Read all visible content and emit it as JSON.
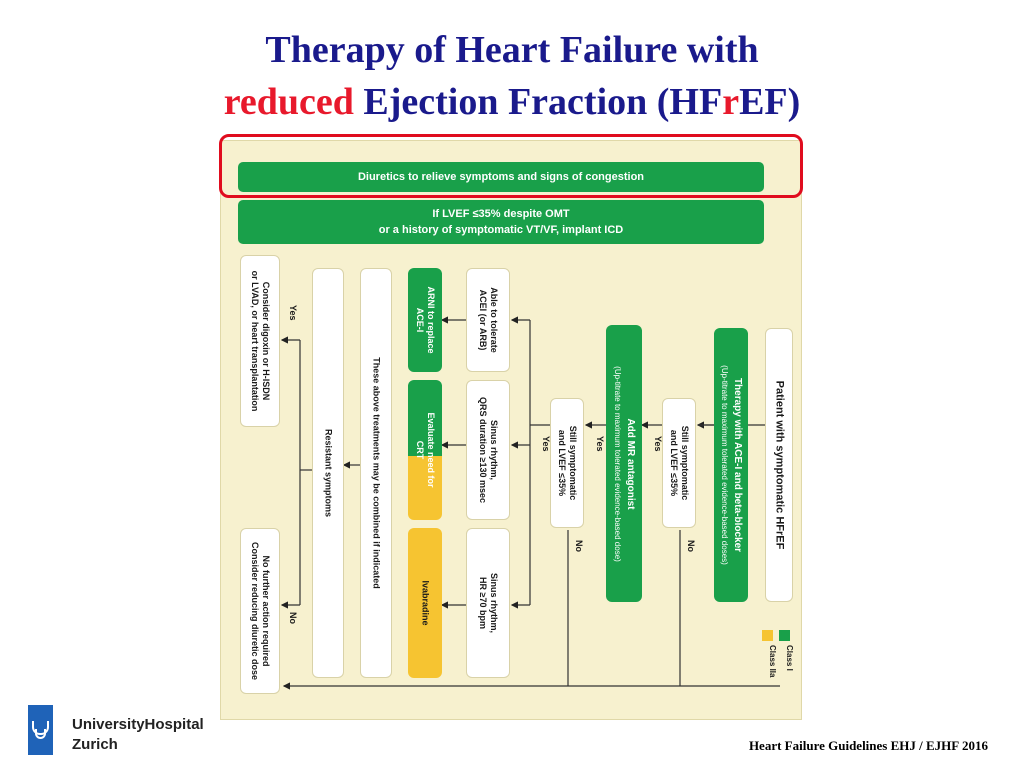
{
  "title": {
    "line1": "Therapy of Heart Failure with",
    "line2_red": "reduced",
    "line2_a": " Ejection Fraction (HF",
    "line2_red_r": "r",
    "line2_b": "EF)"
  },
  "diagram": {
    "bar_diuretics": "Diuretics to relieve symptoms and signs of congestion",
    "bar_icd_line1": "If LVEF ≤35% despite OMT",
    "bar_icd_line2": "or a history of symptomatic VT/VF, implant ICD",
    "patient": "Patient with symptomatic HFrEF",
    "therapy_line1": "Therapy with ACE-I and beta-blocker",
    "therapy_line2": "(Up-titrate to maximum tolerated evidence-based doses)",
    "still_symp_1_line1": "Still symptomatic",
    "still_symp_1_line2": "and LVEF ≤35%",
    "mra_line1": "Add MR antagonist",
    "mra_line2": "(Up-titrate to maximum tolerated evidence-based dose)",
    "still_symp_2_line1": "Still symptomatic",
    "still_symp_2_line2": "and LVEF ≤35%",
    "able_line1": "Able to tolerate",
    "able_line2": "ACEI (or ARB)",
    "arni_line1": "ARNI to replace",
    "arni_line2": "ACE-I",
    "sinus_qrs_line1": "Sinus rhythm,",
    "sinus_qrs_line2": "QRS duration ≥130 msec",
    "crt_line1": "Evaluate need for",
    "crt_line2": "CRT",
    "sinus_hr_line1": "Sinus rhythm,",
    "sinus_hr_line2": "HR ≥70 bpm",
    "ivabradine": "Ivabradine",
    "combined": "These above treatments may be combined if indicated",
    "resistant": "Resistant symptoms",
    "digoxin_line1": "Consider digoxin or H-ISDN",
    "digoxin_line2": "or LVAD, or heart transplantation",
    "nofurther_line1": "No further action required",
    "nofurther_line2": "Consider reducing diuretic dose",
    "yes": "Yes",
    "no": "No",
    "legend_class1": "Class I",
    "legend_class2a": "Class IIa"
  },
  "colors": {
    "green": "#19a04a",
    "yellow": "#f6c431",
    "title_blue": "#1a1a8c",
    "title_red": "#e8192c",
    "highlight_red": "#e00c1e"
  },
  "logo": {
    "line1": "UniversityHospital",
    "line2": "Zurich"
  },
  "footer": "Heart Failure Guidelines EHJ / EJHF 2016"
}
